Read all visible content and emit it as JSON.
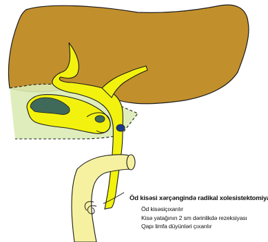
{
  "caption": {
    "title": "Öd kisəsi xərçəngində radikal xolesistektomiya",
    "steps": [
      "Öd kisəsiçıxarılır",
      "Kisə yatağının 2 sm dərinlikdə rezeksiyası",
      "Qapı limfa düyünləri çıxarılır"
    ]
  },
  "colors": {
    "liver": "#C1902D",
    "liver_stroke": "#1a1a1a",
    "bile_ducts": "#F2F20E",
    "resection_zone": "#DCEBB5",
    "gallbladder_dark": "#3F6A5A",
    "hilar_node": "#1C3A8A",
    "duodenum": "#F6F1A0"
  }
}
